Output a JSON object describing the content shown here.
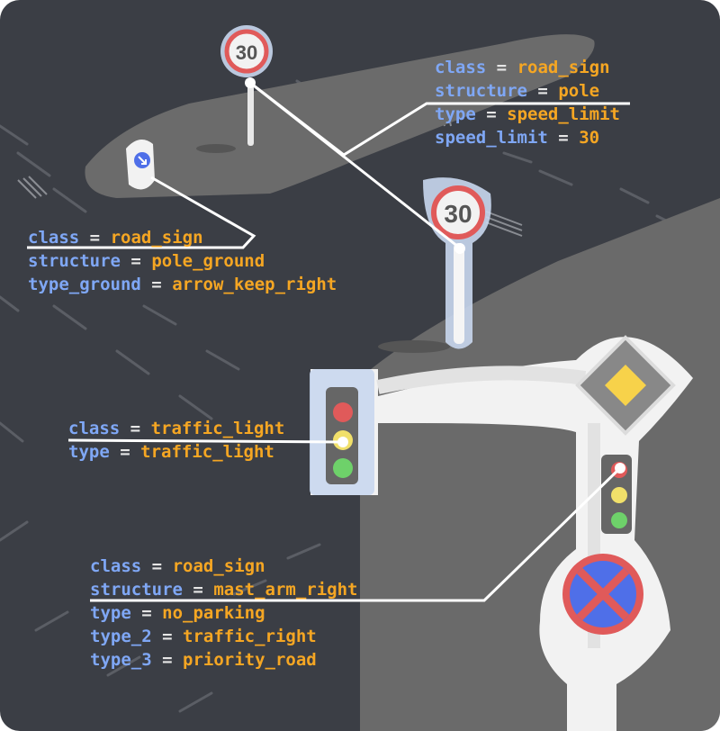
{
  "colors": {
    "background": "#3b3e45",
    "key": "#7fa7f5",
    "equals": "#e6e6e6",
    "value": "#f5a623",
    "leader_line": "#ffffff",
    "sign_red": "#e05a5a"
  },
  "speed_sign_far": {
    "text": "30",
    "icon": "speed-limit-sign"
  },
  "speed_sign_near": {
    "text": "30",
    "icon": "speed-limit-sign"
  },
  "annotations": {
    "speed_limit_sign": {
      "r0": {
        "key": "class",
        "eq": "=",
        "value": "road_sign"
      },
      "r1": {
        "key": "structure",
        "eq": "=",
        "value": "pole"
      },
      "r2": {
        "key": "type",
        "eq": "=",
        "value": "speed_limit"
      },
      "r3": {
        "key": "speed_limit",
        "eq": "=",
        "value": "30"
      }
    },
    "ground_sign": {
      "r0": {
        "key": "class",
        "eq": "=",
        "value": "road_sign"
      },
      "r1": {
        "key": "structure",
        "eq": "=",
        "value": "pole_ground"
      },
      "r2": {
        "key": "type_ground",
        "eq": "=",
        "value": "arrow_keep_right"
      }
    },
    "traffic_light": {
      "r0": {
        "key": "class",
        "eq": "=",
        "value": "traffic_light"
      },
      "r1": {
        "key": "type",
        "eq": "=",
        "value": "traffic_light"
      }
    },
    "mast_arm_sign": {
      "r0": {
        "key": "class",
        "eq": "=",
        "value": "road_sign"
      },
      "r1": {
        "key": "structure",
        "eq": "=",
        "value": "mast_arm_right"
      },
      "r2": {
        "key": "type",
        "eq": "=",
        "value": "no_parking"
      },
      "r3": {
        "key": "type_2",
        "eq": "=",
        "value": "traffic_right"
      },
      "r4": {
        "key": "type_3",
        "eq": "=",
        "value": "priority_road"
      }
    }
  }
}
